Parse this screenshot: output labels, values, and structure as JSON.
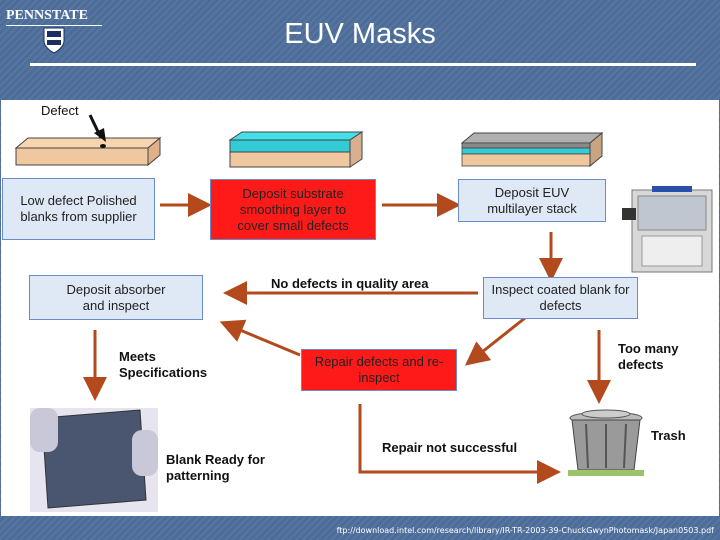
{
  "header": {
    "title": "EUV Masks",
    "logo_text": "PENNSTATE"
  },
  "diagram": {
    "defect_label": "Defect",
    "boxes": {
      "low_defect": "Low defect Polished blanks from supplier",
      "deposit_substrate": "Deposit substrate smoothing layer to cover small defects",
      "deposit_euv": "Deposit EUV multilayer stack",
      "inspect_coated": "Inspect coated blank for defects",
      "deposit_absorber": "Deposit absorber and inspect",
      "repair_defects": "Repair defects and re-inspect"
    },
    "labels": {
      "no_defects": "No defects in quality area",
      "meets": "Meets Specifications",
      "too_many": "Too many defects",
      "blank_ready": "Blank Ready for patterning",
      "repair_not": "Repair not successful",
      "trash": "Trash"
    },
    "colors": {
      "arrow": "#b24a1e",
      "box_blue": "#dfe8f5",
      "box_red": "#ff1a1a"
    }
  },
  "footer": {
    "source": "ftp://download.intel.com/research/library/IR-TR-2003-39-ChuckGwynPhotomask/Japan0503.pdf"
  }
}
